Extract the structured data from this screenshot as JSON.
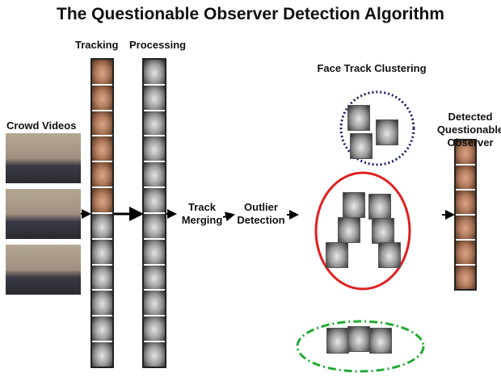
{
  "title": "The Questionable Observer Detection Algorithm",
  "labels": {
    "tracking": "Tracking",
    "processing": "Processing",
    "crowd_videos": "Crowd Videos",
    "track_merging_1": "Track",
    "track_merging_2": "Merging",
    "outlier_1": "Outlier",
    "outlier_2": "Detection",
    "clustering": "Face Track Clustering",
    "detected_1": "Detected",
    "detected_2": "Questionable",
    "detected_3": "Observer"
  },
  "colors": {
    "cluster_blue": "#1a1a6e",
    "cluster_red": "#e02020",
    "cluster_green": "#22aa33"
  }
}
